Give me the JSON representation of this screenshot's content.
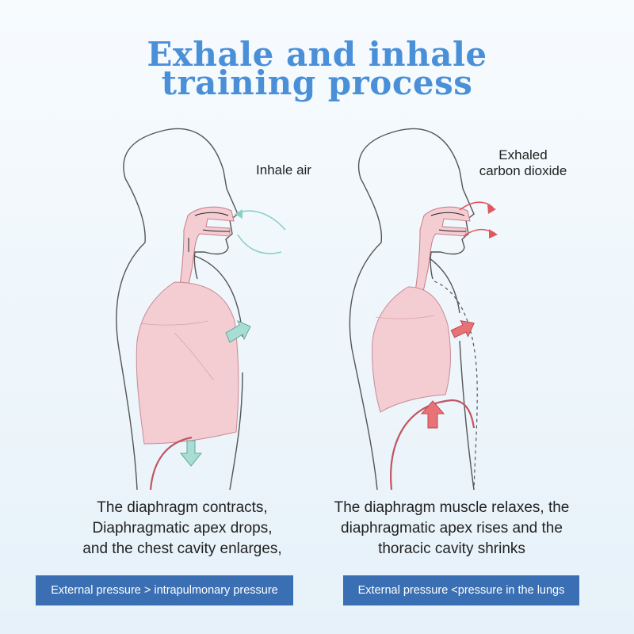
{
  "title": {
    "line1": "Exhale and inhale",
    "line2": "training process"
  },
  "left_panel": {
    "annotation": "Inhale air",
    "caption": [
      "The  diaphragm contracts,",
      "Diaphragmatic apex drops,",
      "and the chest cavity enlarges,"
    ],
    "badge": "External pressure > intrapulmonary pressure"
  },
  "right_panel": {
    "annotation_line1": "Exhaled",
    "annotation_line2": "carbon dioxide",
    "caption": [
      "The diaphragm muscle relaxes, the",
      "diaphragmatic apex rises and the",
      "thoracic cavity shrinks"
    ],
    "badge": "External pressure <pressure in the lungs"
  },
  "colors": {
    "title": "#4a90d9",
    "lung_fill": "#f4cdd3",
    "diaphragm": "#c25562",
    "inhale_arrow": "#8ccfc4",
    "exhale_arrow": "#e0575e",
    "badge_bg": "#3a6fb3"
  }
}
